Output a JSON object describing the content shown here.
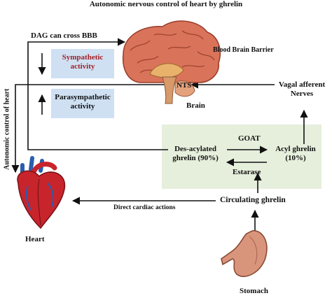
{
  "title": "Autonomic nervous control of heart by ghrelin",
  "labels": {
    "dag_bbb": "DAG can cross BBB",
    "bbb": "Blood Brain Barrier",
    "sympathetic_line1": "Sympathetic",
    "sympathetic_line2": "activity",
    "parasympathetic_line1": "Parasympathetic",
    "parasympathetic_line2": "activity",
    "nts": "NTS",
    "brain": "Brain",
    "vagal_line1": "Vagal afferent",
    "vagal_line2": "Nerves",
    "autonomic_control": "Autonomic control of heart",
    "goat": "GOAT",
    "desacyl_line1": "Des-acylated",
    "desacyl_line2": "ghrelin (90%)",
    "acyl_line1": "Acyl ghrelin",
    "acyl_line2": "(10%)",
    "estarase": "Estarase",
    "circulating": "Circulating ghrelin",
    "direct_actions": "Direct cardiac actions",
    "heart": "Heart",
    "stomach": "Stomach"
  },
  "colors": {
    "sympathetic_text": "#a31f24",
    "panel_blue": "#cfe0f3",
    "panel_green": "#e6efdc",
    "arrow": "#111111",
    "brain": "#d9735a",
    "heart": "#c8242c",
    "stomach": "#d9957c"
  },
  "icons": {
    "brain": "brain-icon",
    "heart": "heart-icon",
    "stomach": "stomach-icon"
  }
}
